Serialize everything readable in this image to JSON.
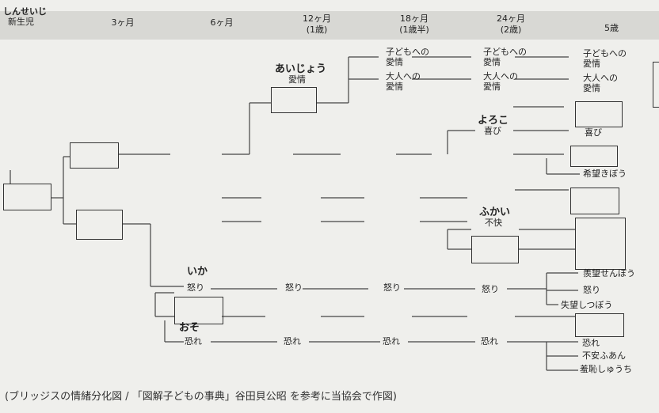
{
  "header": {
    "newborn_reading": "しんせいじ",
    "newborn": "新生児",
    "ages": [
      "3ヶ月",
      "6ヶ月",
      "12ヶ月",
      "18ヶ月",
      "24ヶ月",
      "5歳"
    ],
    "age_sub": {
      "12": "(1歳)",
      "18": "(1歳半)",
      "24": "(2歳)"
    }
  },
  "emotions": {
    "affection_reading": "あいじょう",
    "affection": "愛情",
    "love_child": "子どもへの",
    "love_adult": "大人への",
    "love_suffix": "愛情",
    "joy_reading": "よろこ",
    "joy": "喜び",
    "hope": "希望きぼう",
    "displeasure_reading": "ふかい",
    "displeasure": "不快",
    "anger_reading": "いか",
    "anger": "怒り",
    "fear_reading": "おそ",
    "fear": "恐れ",
    "envy": "羨望せんぼう",
    "disappointment": "失望しつぼう",
    "anxiety": "不安ふあん",
    "shame": "羞恥しゅうち"
  },
  "caption": "(ブリッジスの情緒分化図 / 「図解子どもの事典」谷田貝公昭 を参考に当協会で作図)"
}
